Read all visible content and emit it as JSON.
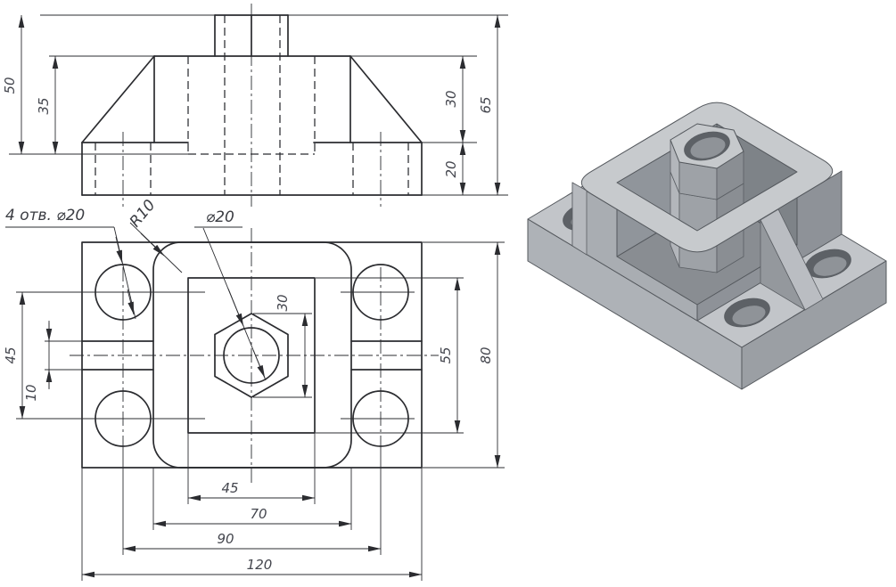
{
  "drawing": {
    "front_view": {
      "dims": {
        "d50": "50",
        "d35": "35",
        "d30": "30",
        "d20": "20",
        "d65": "65"
      }
    },
    "top_view": {
      "dims": {
        "d45_left": "45",
        "d10": "10",
        "d30_hex": "30",
        "d55": "55",
        "d80": "80",
        "d45_bottom": "45",
        "d70": "70",
        "d90": "90",
        "d120": "120"
      },
      "labels": {
        "holes": "4 отв. ⌀20",
        "radius": "R10",
        "diameter": "⌀20"
      }
    }
  },
  "palette": {
    "line": "#2b2c30",
    "dim_text": "#44464e",
    "iso_base_top": "#c2c5c9",
    "iso_ring_top": "#c7cacd",
    "iso_left_face": "#aeb2b7",
    "iso_right_face": "#9b9fa4",
    "iso_wall_left": "#a9adb2",
    "iso_wall_right": "#8e9298",
    "iso_inner_left": "#90959b",
    "iso_inner_right": "#7e8388",
    "iso_floor": "#898d92",
    "iso_boss_light": "#b3b6bb",
    "iso_boss_mid": "#9ea2a7",
    "iso_boss_dark": "#8a8e93",
    "iso_rib_top": "#babdc2",
    "iso_rib_side": "#94989d",
    "iso_hole": "#5d6166",
    "iso_hole_inner": "#8f9398",
    "iso_corner_band": "#b6b9be",
    "iso_hex_top": "#c6c9cc"
  }
}
